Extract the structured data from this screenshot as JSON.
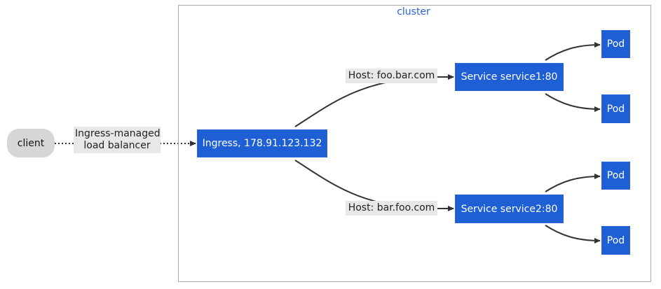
{
  "cluster": {
    "title": "cluster"
  },
  "nodes": {
    "client": "client",
    "ingress": "Ingress, 178.91.123.132",
    "service1": "Service service1:80",
    "service2": "Service service2:80",
    "pods": [
      "Pod",
      "Pod",
      "Pod",
      "Pod"
    ]
  },
  "edge_labels": {
    "load_balancer": [
      "Ingress-managed",
      "load balancer"
    ],
    "host1": "Host: foo.bar.com",
    "host2": "Host: bar.foo.com"
  },
  "colors": {
    "node_fill": "#1f5fd6",
    "node_text": "#ffffff",
    "client_fill": "#d6d6d6",
    "label_bg": "#e8e8e8",
    "edge": "#333333",
    "cluster_border": "#aaaaaa",
    "cluster_title": "#2b63d9"
  }
}
